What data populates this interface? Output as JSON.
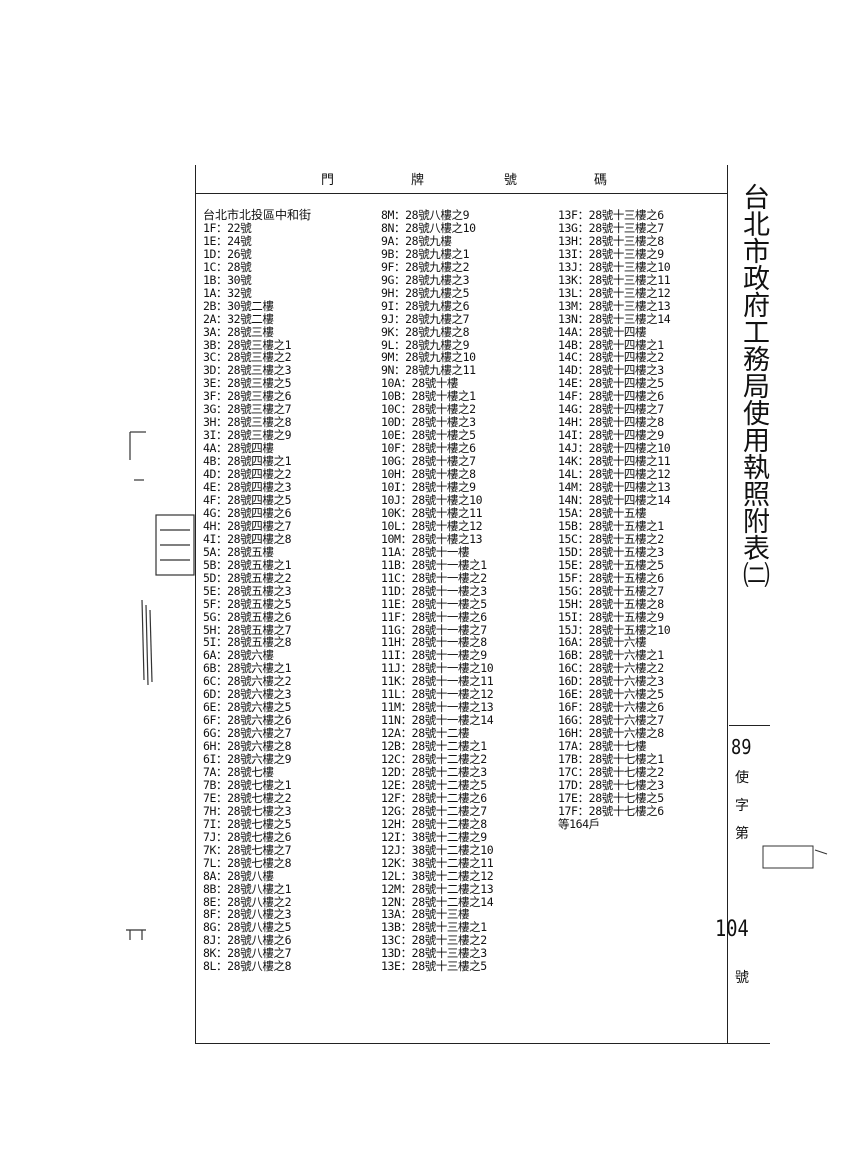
{
  "header": {
    "chars": [
      "門",
      "牌",
      "號",
      "碼"
    ]
  },
  "side": {
    "title": "台北市政府工務局使用執照附表㈡",
    "year": "89",
    "chars": [
      "使",
      "字",
      "第"
    ],
    "number": "104",
    "suffix": "號"
  },
  "columns": [
    [
      "台北市北投區中和街",
      "1F：22號",
      "1E：24號",
      "1D：26號",
      "1C：28號",
      "1B：30號",
      "1A：32號",
      "2B：30號二樓",
      "2A：32號二樓",
      "3A：28號三樓",
      "3B：28號三樓之1",
      "3C：28號三樓之2",
      "3D：28號三樓之3",
      "3E：28號三樓之5",
      "3F：28號三樓之6",
      "3G：28號三樓之7",
      "3H：28號三樓之8",
      "3I：28號三樓之9",
      "4A：28號四樓",
      "4B：28號四樓之1",
      "4D：28號四樓之2",
      "4E：28號四樓之3",
      "4F：28號四樓之5",
      "4G：28號四樓之6",
      "4H：28號四樓之7",
      "4I：28號四樓之8",
      "5A：28號五樓",
      "5B：28號五樓之1",
      "5D：28號五樓之2",
      "5E：28號五樓之3",
      "5F：28號五樓之5",
      "5G：28號五樓之6",
      "5H：28號五樓之7",
      "5I：28號五樓之8",
      "6A：28號六樓",
      "6B：28號六樓之1",
      "6C：28號六樓之2",
      "6D：28號六樓之3",
      "6E：28號六樓之5",
      "6F：28號六樓之6",
      "6G：28號六樓之7",
      "6H：28號六樓之8",
      "6I：28號六樓之9",
      "7A：28號七樓",
      "7B：28號七樓之1",
      "7E：28號七樓之2",
      "7H：28號七樓之3",
      "7I：28號七樓之5",
      "7J：28號七樓之6",
      "7K：28號七樓之7",
      "7L：28號七樓之8",
      "8A：28號八樓",
      "8B：28號八樓之1",
      "8E：28號八樓之2",
      "8F：28號八樓之3",
      "8G：28號八樓之5",
      "8J：28號八樓之6",
      "8K：28號八樓之7",
      "8L：28號八樓之8"
    ],
    [
      "8M：28號八樓之9",
      "8N：28號八樓之10",
      "9A：28號九樓",
      "9B：28號九樓之1",
      "9F：28號九樓之2",
      "9G：28號九樓之3",
      "9H：28號九樓之5",
      "9I：28號九樓之6",
      "9J：28號九樓之7",
      "9K：28號九樓之8",
      "9L：28號九樓之9",
      "9M：28號九樓之10",
      "9N：28號九樓之11",
      "10A：28號十樓",
      "10B：28號十樓之1",
      "10C：28號十樓之2",
      "10D：28號十樓之3",
      "10E：28號十樓之5",
      "10F：28號十樓之6",
      "10G：28號十樓之7",
      "10H：28號十樓之8",
      "10I：28號十樓之9",
      "10J：28號十樓之10",
      "10K：28號十樓之11",
      "10L：28號十樓之12",
      "10M：28號十樓之13",
      "11A：28號十一樓",
      "11B：28號十一樓之1",
      "11C：28號十一樓之2",
      "11D：28號十一樓之3",
      "11E：28號十一樓之5",
      "11F：28號十一樓之6",
      "11G：28號十一樓之7",
      "11H：28號十一樓之8",
      "11I：28號十一樓之9",
      "11J：28號十一樓之10",
      "11K：28號十一樓之11",
      "11L：28號十一樓之12",
      "11M：28號十一樓之13",
      "11N：28號十一樓之14",
      "12A：28號十二樓",
      "12B：28號十二樓之1",
      "12C：28號十二樓之2",
      "12D：28號十二樓之3",
      "12E：28號十二樓之5",
      "12F：28號十二樓之6",
      "12G：28號十二樓之7",
      "12H：28號十二樓之8",
      "12I：38號十二樓之9",
      "12J：38號十二樓之10",
      "12K：38號十二樓之11",
      "12L：38號十二樓之12",
      "12M：28號十二樓之13",
      "12N：28號十二樓之14",
      "13A：28號十三樓",
      "13B：28號十三樓之1",
      "13C：28號十三樓之2",
      "13D：28號十三樓之3",
      "13E：28號十三樓之5"
    ],
    [
      "13F：28號十三樓之6",
      "13G：28號十三樓之7",
      "13H：28號十三樓之8",
      "13I：28號十三樓之9",
      "13J：28號十三樓之10",
      "13K：28號十三樓之11",
      "13L：28號十三樓之12",
      "13M：28號十三樓之13",
      "13N：28號十三樓之14",
      "14A：28號十四樓",
      "14B：28號十四樓之1",
      "14C：28號十四樓之2",
      "14D：28號十四樓之3",
      "14E：28號十四樓之5",
      "14F：28號十四樓之6",
      "14G：28號十四樓之7",
      "14H：28號十四樓之8",
      "14I：28號十四樓之9",
      "14J：28號十四樓之10",
      "14K：28號十四樓之11",
      "14L：28號十四樓之12",
      "14M：28號十四樓之13",
      "14N：28號十四樓之14",
      "15A：28號十五樓",
      "15B：28號十五樓之1",
      "15C：28號十五樓之2",
      "15D：28號十五樓之3",
      "15E：28號十五樓之5",
      "15F：28號十五樓之6",
      "15G：28號十五樓之7",
      "15H：28號十五樓之8",
      "15I：28號十五樓之9",
      "15J：28號十五樓之10",
      "16A：28號十六樓",
      "16B：28號十六樓之1",
      "16C：28號十六樓之2",
      "16D：28號十六樓之3",
      "16E：28號十六樓之5",
      "16F：28號十六樓之6",
      "16G：28號十六樓之7",
      "16H：28號十六樓之8",
      "17A：28號十七樓",
      "17B：28號十七樓之1",
      "17C：28號十七樓之2",
      "17D：28號十七樓之3",
      "17E：28號十七樓之5",
      "17F：28號十七樓之6",
      "等164戶"
    ]
  ]
}
